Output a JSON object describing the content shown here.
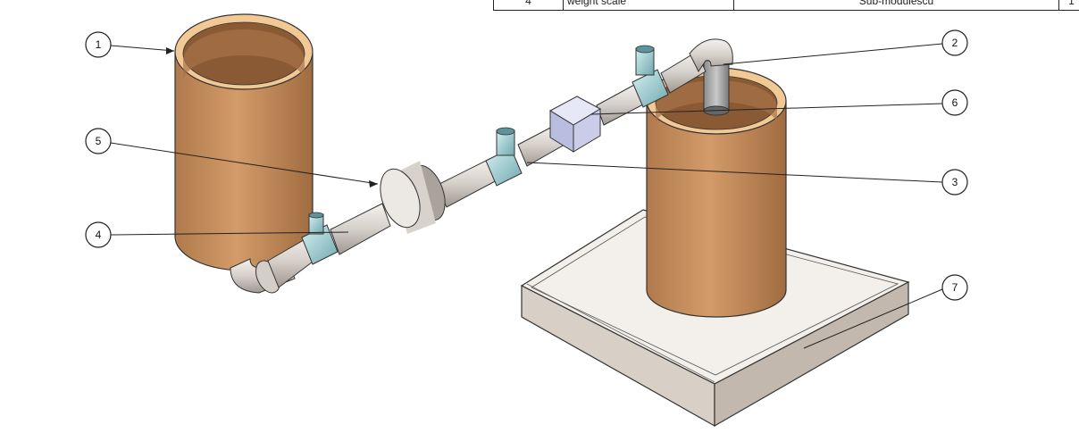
{
  "bom_row": {
    "item_no": "4",
    "part_number": "weight scale",
    "description": "Sub-modulescu",
    "qty": "1"
  },
  "balloons": [
    {
      "id": "balloon-1",
      "label": "1"
    },
    {
      "id": "balloon-2",
      "label": "2"
    },
    {
      "id": "balloon-3",
      "label": "3"
    },
    {
      "id": "balloon-4",
      "label": "4"
    },
    {
      "id": "balloon-5",
      "label": "5"
    },
    {
      "id": "balloon-6",
      "label": "6"
    },
    {
      "id": "balloon-7",
      "label": "7"
    }
  ],
  "colors": {
    "tank": "#c8905e",
    "tank_rim": "#f2c994",
    "pipe": "#d9d4ce",
    "valve": "#a8d4d8",
    "sensor_box": "#c9cde8",
    "platform": "#e9e4de"
  }
}
